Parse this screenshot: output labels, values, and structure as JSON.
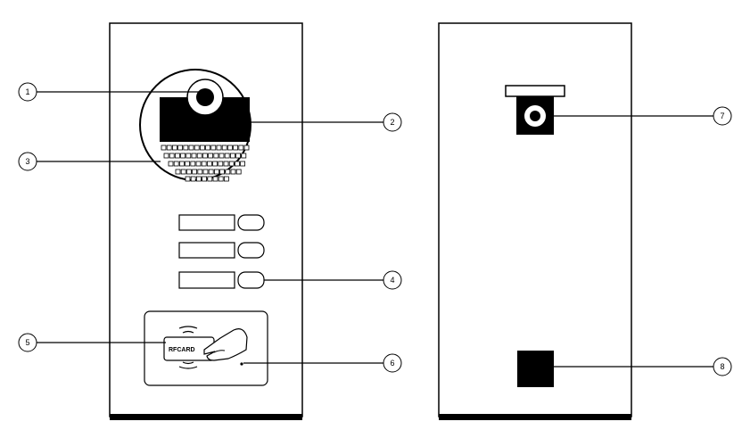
{
  "diagram": {
    "front_panel": {
      "card_reader": {
        "label": "RFCARD"
      }
    },
    "callouts": [
      {
        "id": "callout-1",
        "label": "1"
      },
      {
        "id": "callout-2",
        "label": "2"
      },
      {
        "id": "callout-3",
        "label": "3"
      },
      {
        "id": "callout-4",
        "label": "4"
      },
      {
        "id": "callout-5",
        "label": "5"
      },
      {
        "id": "callout-6",
        "label": "6"
      },
      {
        "id": "callout-7",
        "label": "7"
      },
      {
        "id": "callout-8",
        "label": "8"
      }
    ]
  }
}
